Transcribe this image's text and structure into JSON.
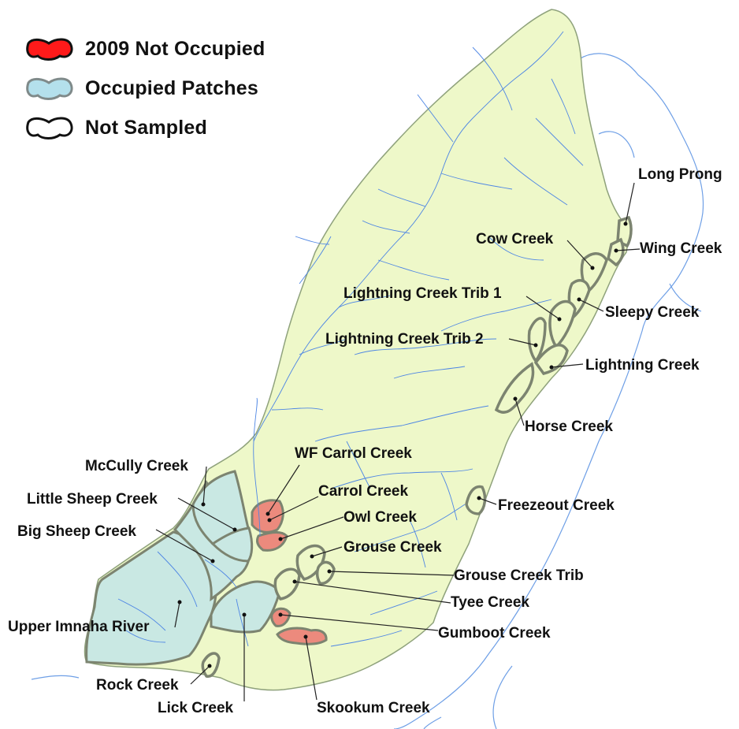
{
  "legend": {
    "not_occupied": "2009 Not Occupied",
    "occupied": "Occupied Patches",
    "not_sampled": "Not Sampled"
  },
  "colors": {
    "basin_fill": "#eef8c9",
    "occupied_fill": "#c9e8e3",
    "not_occupied_fill": "#ec8a7d",
    "patch_outline": "#7c8470",
    "streams": "#4e86e4",
    "outer_rivers": "#6e9fe6"
  },
  "labels": {
    "long_prong": "Long Prong",
    "wing_creek": "Wing Creek",
    "cow_creek": "Cow Creek",
    "lightning_trib1": "Lightning Creek Trib 1",
    "sleepy_creek": "Sleepy Creek",
    "lightning_trib2": "Lightning Creek Trib 2",
    "lightning_creek": "Lightning Creek",
    "horse_creek": "Horse Creek",
    "wf_carrol_creek": "WF Carrol Creek",
    "mccully_creek": "McCully Creek",
    "carrol_creek": "Carrol Creek",
    "freezeout_creek": "Freezeout Creek",
    "little_sheep_creek": "Little Sheep Creek",
    "owl_creek": "Owl Creek",
    "big_sheep_creek": "Big Sheep Creek",
    "grouse_creek": "Grouse Creek",
    "grouse_creek_trib": "Grouse Creek Trib",
    "tyee_creek": "Tyee Creek",
    "upper_imnaha_river": "Upper Imnaha River",
    "gumboot_creek": "Gumboot Creek",
    "rock_creek": "Rock Creek",
    "lick_creek": "Lick Creek",
    "skookum_creek": "Skookum Creek"
  }
}
